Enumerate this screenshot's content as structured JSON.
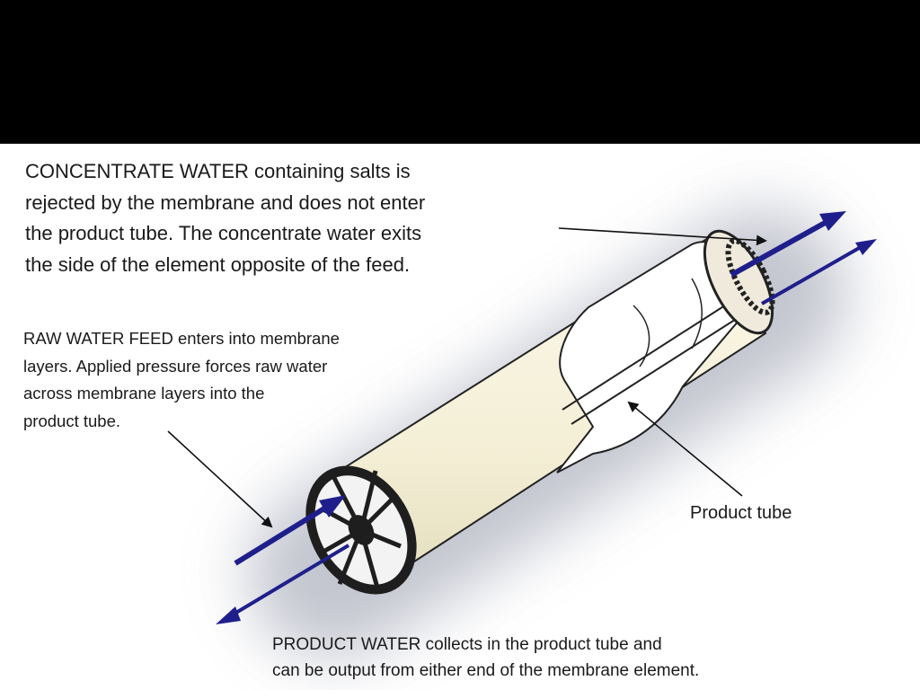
{
  "labels": {
    "concentrate": [
      "CONCENTRATE WATER containing salts is",
      "rejected by the membrane and does not enter",
      "the product tube.  The concentrate water exits",
      "the side of the element opposite of the feed."
    ],
    "raw_feed": [
      "RAW WATER FEED enters into membrane",
      "layers.  Applied pressure forces raw water",
      "across membrane layers into the",
      "product tube."
    ],
    "product_tube": "Product tube",
    "product_water": [
      "PRODUCT WATER collects in the product tube and",
      "can be output from either end of the membrane element."
    ]
  },
  "colors": {
    "slide_background": "#000000",
    "figure_background": "#ffffff",
    "arrow_blue": "#1f1f8c",
    "membrane_body": "#f6f1dc",
    "end_cap": "#2b2b2b",
    "halo": "#b9bcc7"
  }
}
